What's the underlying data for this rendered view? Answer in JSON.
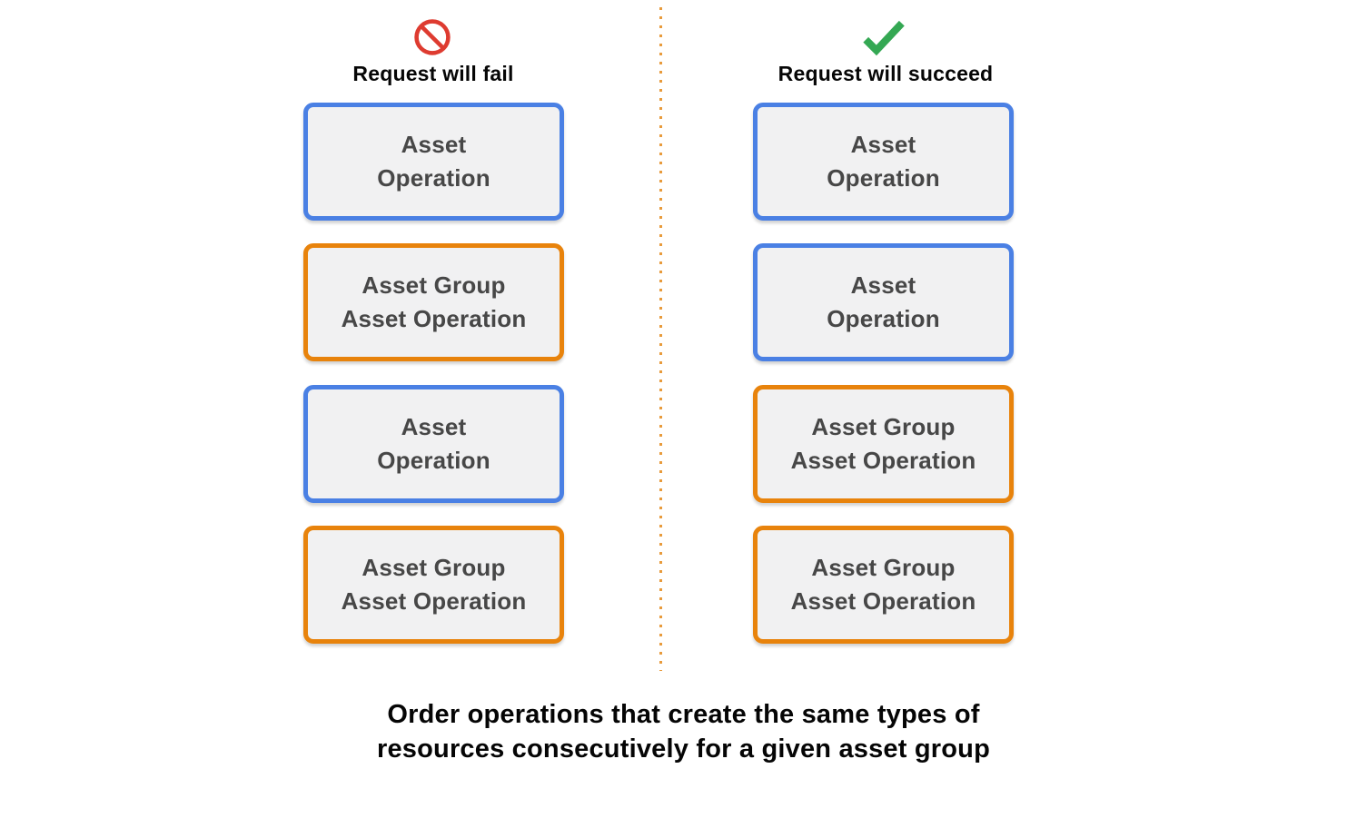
{
  "fail_column": {
    "icon": "prohibition-icon",
    "header": "Request will fail",
    "boxes": [
      {
        "type": "asset-operation",
        "line1": "Asset",
        "line2": "Operation"
      },
      {
        "type": "asset-group-asset-operation",
        "line1": "Asset Group",
        "line2": "Asset Operation"
      },
      {
        "type": "asset-operation",
        "line1": "Asset",
        "line2": "Operation"
      },
      {
        "type": "asset-group-asset-operation",
        "line1": "Asset Group",
        "line2": "Asset Operation"
      }
    ]
  },
  "succeed_column": {
    "icon": "checkmark-icon",
    "header": "Request will succeed",
    "boxes": [
      {
        "type": "asset-operation",
        "line1": "Asset",
        "line2": "Operation"
      },
      {
        "type": "asset-operation",
        "line1": "Asset",
        "line2": "Operation"
      },
      {
        "type": "asset-group-asset-operation",
        "line1": "Asset Group",
        "line2": "Asset Operation"
      },
      {
        "type": "asset-group-asset-operation",
        "line1": "Asset Group",
        "line2": "Asset Operation"
      }
    ]
  },
  "caption": {
    "line1": "Order operations that create the same types of",
    "line2": "resources consecutively for a given asset group"
  },
  "colors": {
    "asset_operation_border": "#4a80e4",
    "asset_group_border": "#e8830c",
    "box_fill": "#f1f1f2",
    "box_text": "#474747",
    "fail_icon_red": "#de3b30",
    "succeed_icon_green": "#34a853",
    "divider_dots": "#e89b3c"
  }
}
